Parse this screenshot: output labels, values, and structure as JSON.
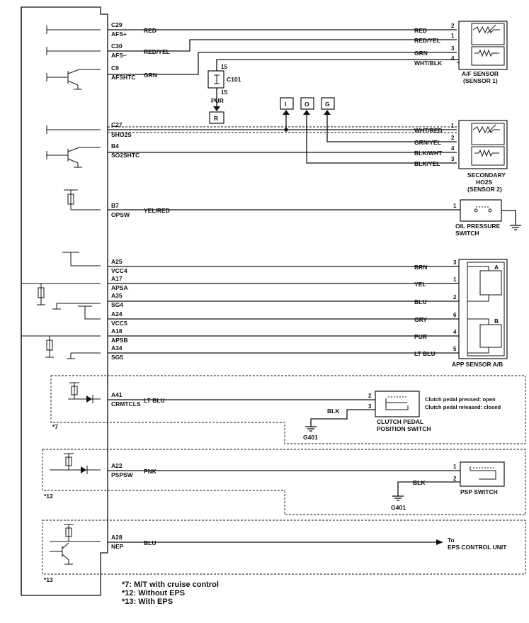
{
  "ecm_pins": [
    {
      "pin": "C29",
      "signal": "AFS+",
      "wire": "RED",
      "dest_pin": "2",
      "dest_wire": "RED"
    },
    {
      "pin": "C30",
      "signal": "AFS−",
      "wire": "RED/YEL",
      "dest_pin": "1",
      "dest_wire": "RED/YEL"
    },
    {
      "pin": "C9",
      "signal": "AFSHTC",
      "wire": "GRN",
      "dest_pin": "3",
      "dest_wire": "GRN"
    },
    {
      "pin": "",
      "signal": "",
      "wire": "",
      "dest_pin": "4",
      "dest_wire": "WHT/BLK"
    },
    {
      "pin": "C27",
      "signal": "SHO2S",
      "wire": "",
      "dest_pin": "1",
      "dest_wire": "WHT/RED"
    },
    {
      "pin": "B4",
      "signal": "SO2SHTC",
      "wire": "",
      "dest_pin": "2",
      "dest_wire": "GRN/YEL"
    },
    {
      "pin": "",
      "signal": "",
      "wire": "",
      "dest_pin": "4",
      "dest_wire": "BLK/WHT"
    },
    {
      "pin": "",
      "signal": "",
      "wire": "",
      "dest_pin": "3",
      "dest_wire": "BLK/YEL"
    },
    {
      "pin": "B7",
      "signal": "OPSW",
      "wire": "YEL/RED",
      "dest_pin": "1",
      "dest_wire": ""
    },
    {
      "pin": "A25",
      "signal": "VCC4",
      "wire": "",
      "dest_pin": "3",
      "dest_wire": "BRN"
    },
    {
      "pin": "A17",
      "signal": "APSA",
      "wire": "",
      "dest_pin": "1",
      "dest_wire": "YEL"
    },
    {
      "pin": "A35",
      "signal": "SG4",
      "wire": "",
      "dest_pin": "2",
      "dest_wire": "BLU"
    },
    {
      "pin": "A24",
      "signal": "VCC5",
      "wire": "",
      "dest_pin": "6",
      "dest_wire": "GRY"
    },
    {
      "pin": "A18",
      "signal": "APSB",
      "wire": "",
      "dest_pin": "4",
      "dest_wire": "PUR"
    },
    {
      "pin": "A34",
      "signal": "SG5",
      "wire": "",
      "dest_pin": "5",
      "dest_wire": "LT BLU"
    },
    {
      "pin": "A41",
      "signal": "CRMTCLS",
      "wire": "LT BLU",
      "dest_pin": "2",
      "dest_wire": ""
    },
    {
      "pin": "A22",
      "signal": "PSPSW",
      "wire": "PNK",
      "dest_pin": "1",
      "dest_wire": ""
    },
    {
      "pin": "A28",
      "signal": "NEP",
      "wire": "BLU",
      "dest_pin": "",
      "dest_wire": ""
    }
  ],
  "connector": {
    "name": "C101",
    "pin_top": "15",
    "pin_bottom": "15",
    "wire": "PUR",
    "ref": "R"
  },
  "test_points": [
    "I",
    "O",
    "G"
  ],
  "components": {
    "af_sensor": [
      "A/F SENSOR",
      "(SENSOR 1)"
    ],
    "secondary_ho2s": [
      "SECONDARY",
      "HO2S",
      "(SENSOR 2)"
    ],
    "oil_pressure_switch": [
      "OIL PRESSURE",
      "SWITCH"
    ],
    "app_sensor": "APP SENSOR A/B",
    "app_sub_a": "A",
    "app_sub_b": "B",
    "clutch_switch": [
      "CLUTCH PEDAL",
      "POSITION SWITCH"
    ],
    "clutch_pin_ground": "3",
    "clutch_note": [
      "Clutch pedal pressed: open",
      "Clutch pedal released: closed"
    ],
    "psp_switch": "PSP SWITCH",
    "psp_pin_ground": "2",
    "eps_to": "To",
    "eps_unit": "EPS CONTROL UNIT"
  },
  "grounds": [
    {
      "name": "G401",
      "wire": "BLK"
    },
    {
      "name": "G401",
      "wire": "BLK"
    }
  ],
  "markers": [
    "*7",
    "*12",
    "*13"
  ],
  "footnotes": [
    "*7: M/T with cruise control",
    "*12: Without EPS",
    "*13: With EPS"
  ],
  "colors": {
    "line": "#111111",
    "background": "#ffffff"
  }
}
